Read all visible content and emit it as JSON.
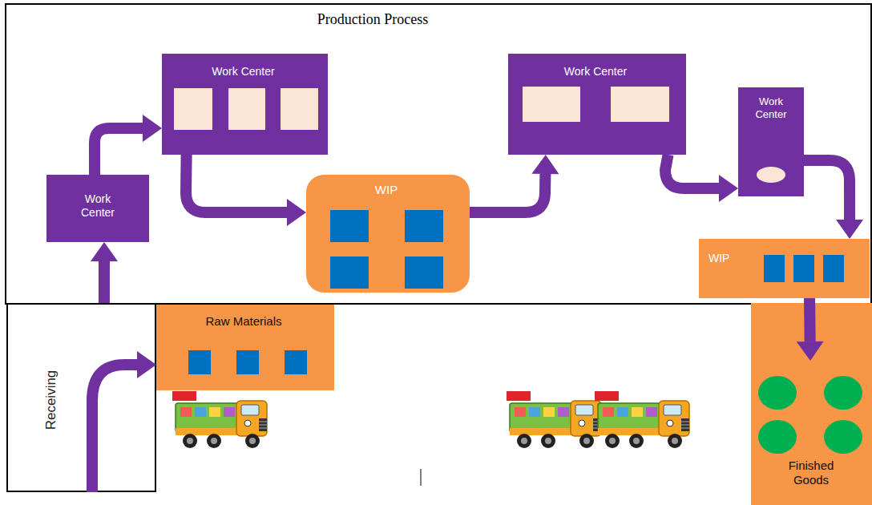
{
  "diagram": {
    "nodes": [
      {
        "text": [
          "Production Process"
        ]
      },
      {
        "text": [
          "Work Center"
        ],
        "in": 0
      },
      {
        "text": [
          "Work Center"
        ],
        "in": 0
      },
      {
        "text": [
          "WIP"
        ],
        "in": 0
      },
      {
        "text": [
          "Work Center"
        ],
        "in": 0
      },
      {
        "text": [
          "Work Center"
        ],
        "in": 0
      },
      {
        "text": [
          "WIP"
        ],
        "in": 0
      },
      {
        "text": [
          "Receiving"
        ]
      },
      {
        "text": [
          "Raw Materials"
        ]
      },
      {
        "text": [
          "Finished Goods"
        ]
      }
    ],
    "edges": [
      {
        "from": 7,
        "to": 8,
        "arrow": "to"
      },
      {
        "from": 7,
        "to": 1,
        "arrow": "to"
      },
      {
        "from": 1,
        "to": 2,
        "arrow": "to"
      },
      {
        "from": 2,
        "to": 3,
        "arrow": "to"
      },
      {
        "from": 3,
        "to": 4,
        "arrow": "to"
      },
      {
        "from": 4,
        "to": 5,
        "arrow": "to"
      },
      {
        "from": 5,
        "to": 6,
        "arrow": "to"
      },
      {
        "from": 6,
        "to": 9,
        "arrow": "to"
      }
    ]
  }
}
